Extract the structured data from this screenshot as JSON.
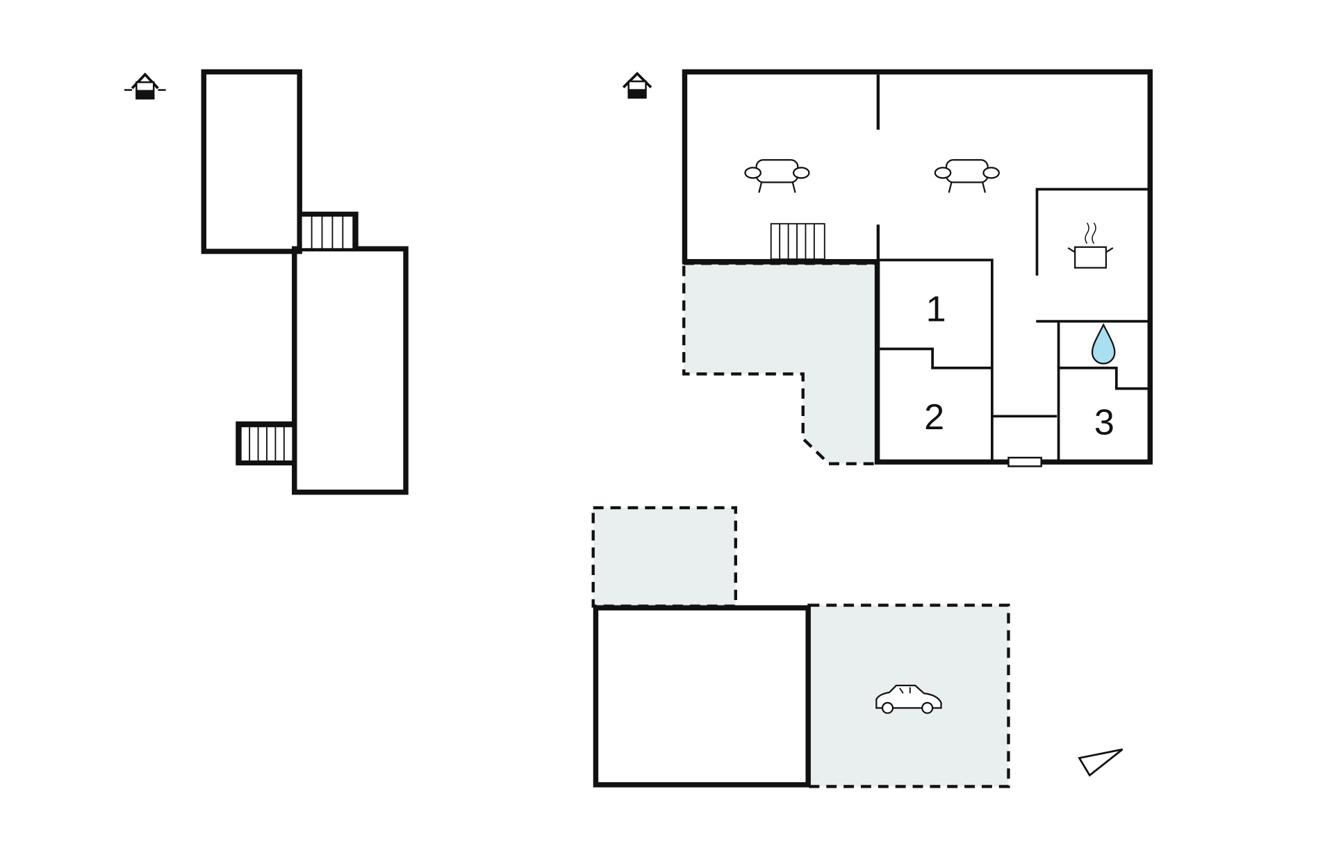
{
  "floorplan": {
    "room_labels": [
      "1",
      "2",
      "3"
    ],
    "colors": {
      "wall": "#111111",
      "outdoor_fill": "#e9eeee",
      "water": "#a9dff0"
    },
    "icons": [
      "house-level-icon",
      "sofa-icon",
      "kitchen-pot-icon",
      "water-drop-icon",
      "car-icon",
      "north-arrow-icon",
      "stairs-icon"
    ]
  }
}
